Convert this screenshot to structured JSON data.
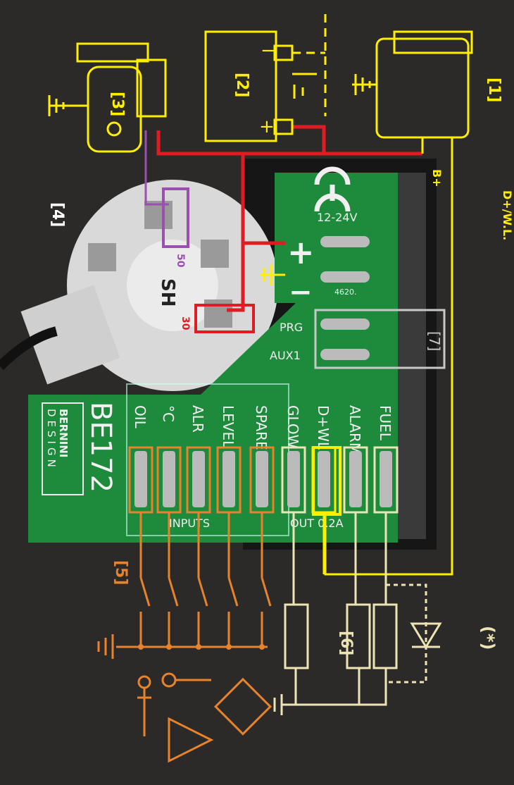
{
  "labels": {
    "starter": "[1]",
    "battery": "[2]",
    "alternator": "[3]",
    "key_switch": "[4]",
    "inputs_ref": "[5]",
    "relays_ref": "[6]",
    "prog_ref": "[7]",
    "b_plus": "B+",
    "d_plus_wl": "D+/W.L.",
    "terminal_50": "50",
    "terminal_30": "30",
    "optional": "(*)",
    "battery_minus": "−",
    "battery_plus": "+"
  },
  "board": {
    "model": "BE172",
    "brand_line1": "BERNINI",
    "brand_line2": "DESIGN",
    "voltage": "12-24V",
    "plus": "+",
    "minus": "−",
    "serial": "4620.",
    "prg": "PRG",
    "aux1": "AUX1",
    "inputs_title": "INPUTS",
    "outputs_title": "OUT 0.2A",
    "inputs": [
      "OIL",
      "°C",
      "ALR",
      "LEVEL",
      "SPARE"
    ],
    "outputs": [
      "GLOW",
      "D+WL",
      "ALARM",
      "FUEL"
    ]
  },
  "key_switch_text": "SH",
  "colors": {
    "background": "#2b2a29",
    "pcb": "#1e8a3c",
    "power": "#e11b22",
    "signal": "#ffee00",
    "inputs": "#e8832a",
    "outputs": "#ece4b4",
    "terminal50": "#9b4fb0",
    "prog_box": "#c8c8c8"
  }
}
